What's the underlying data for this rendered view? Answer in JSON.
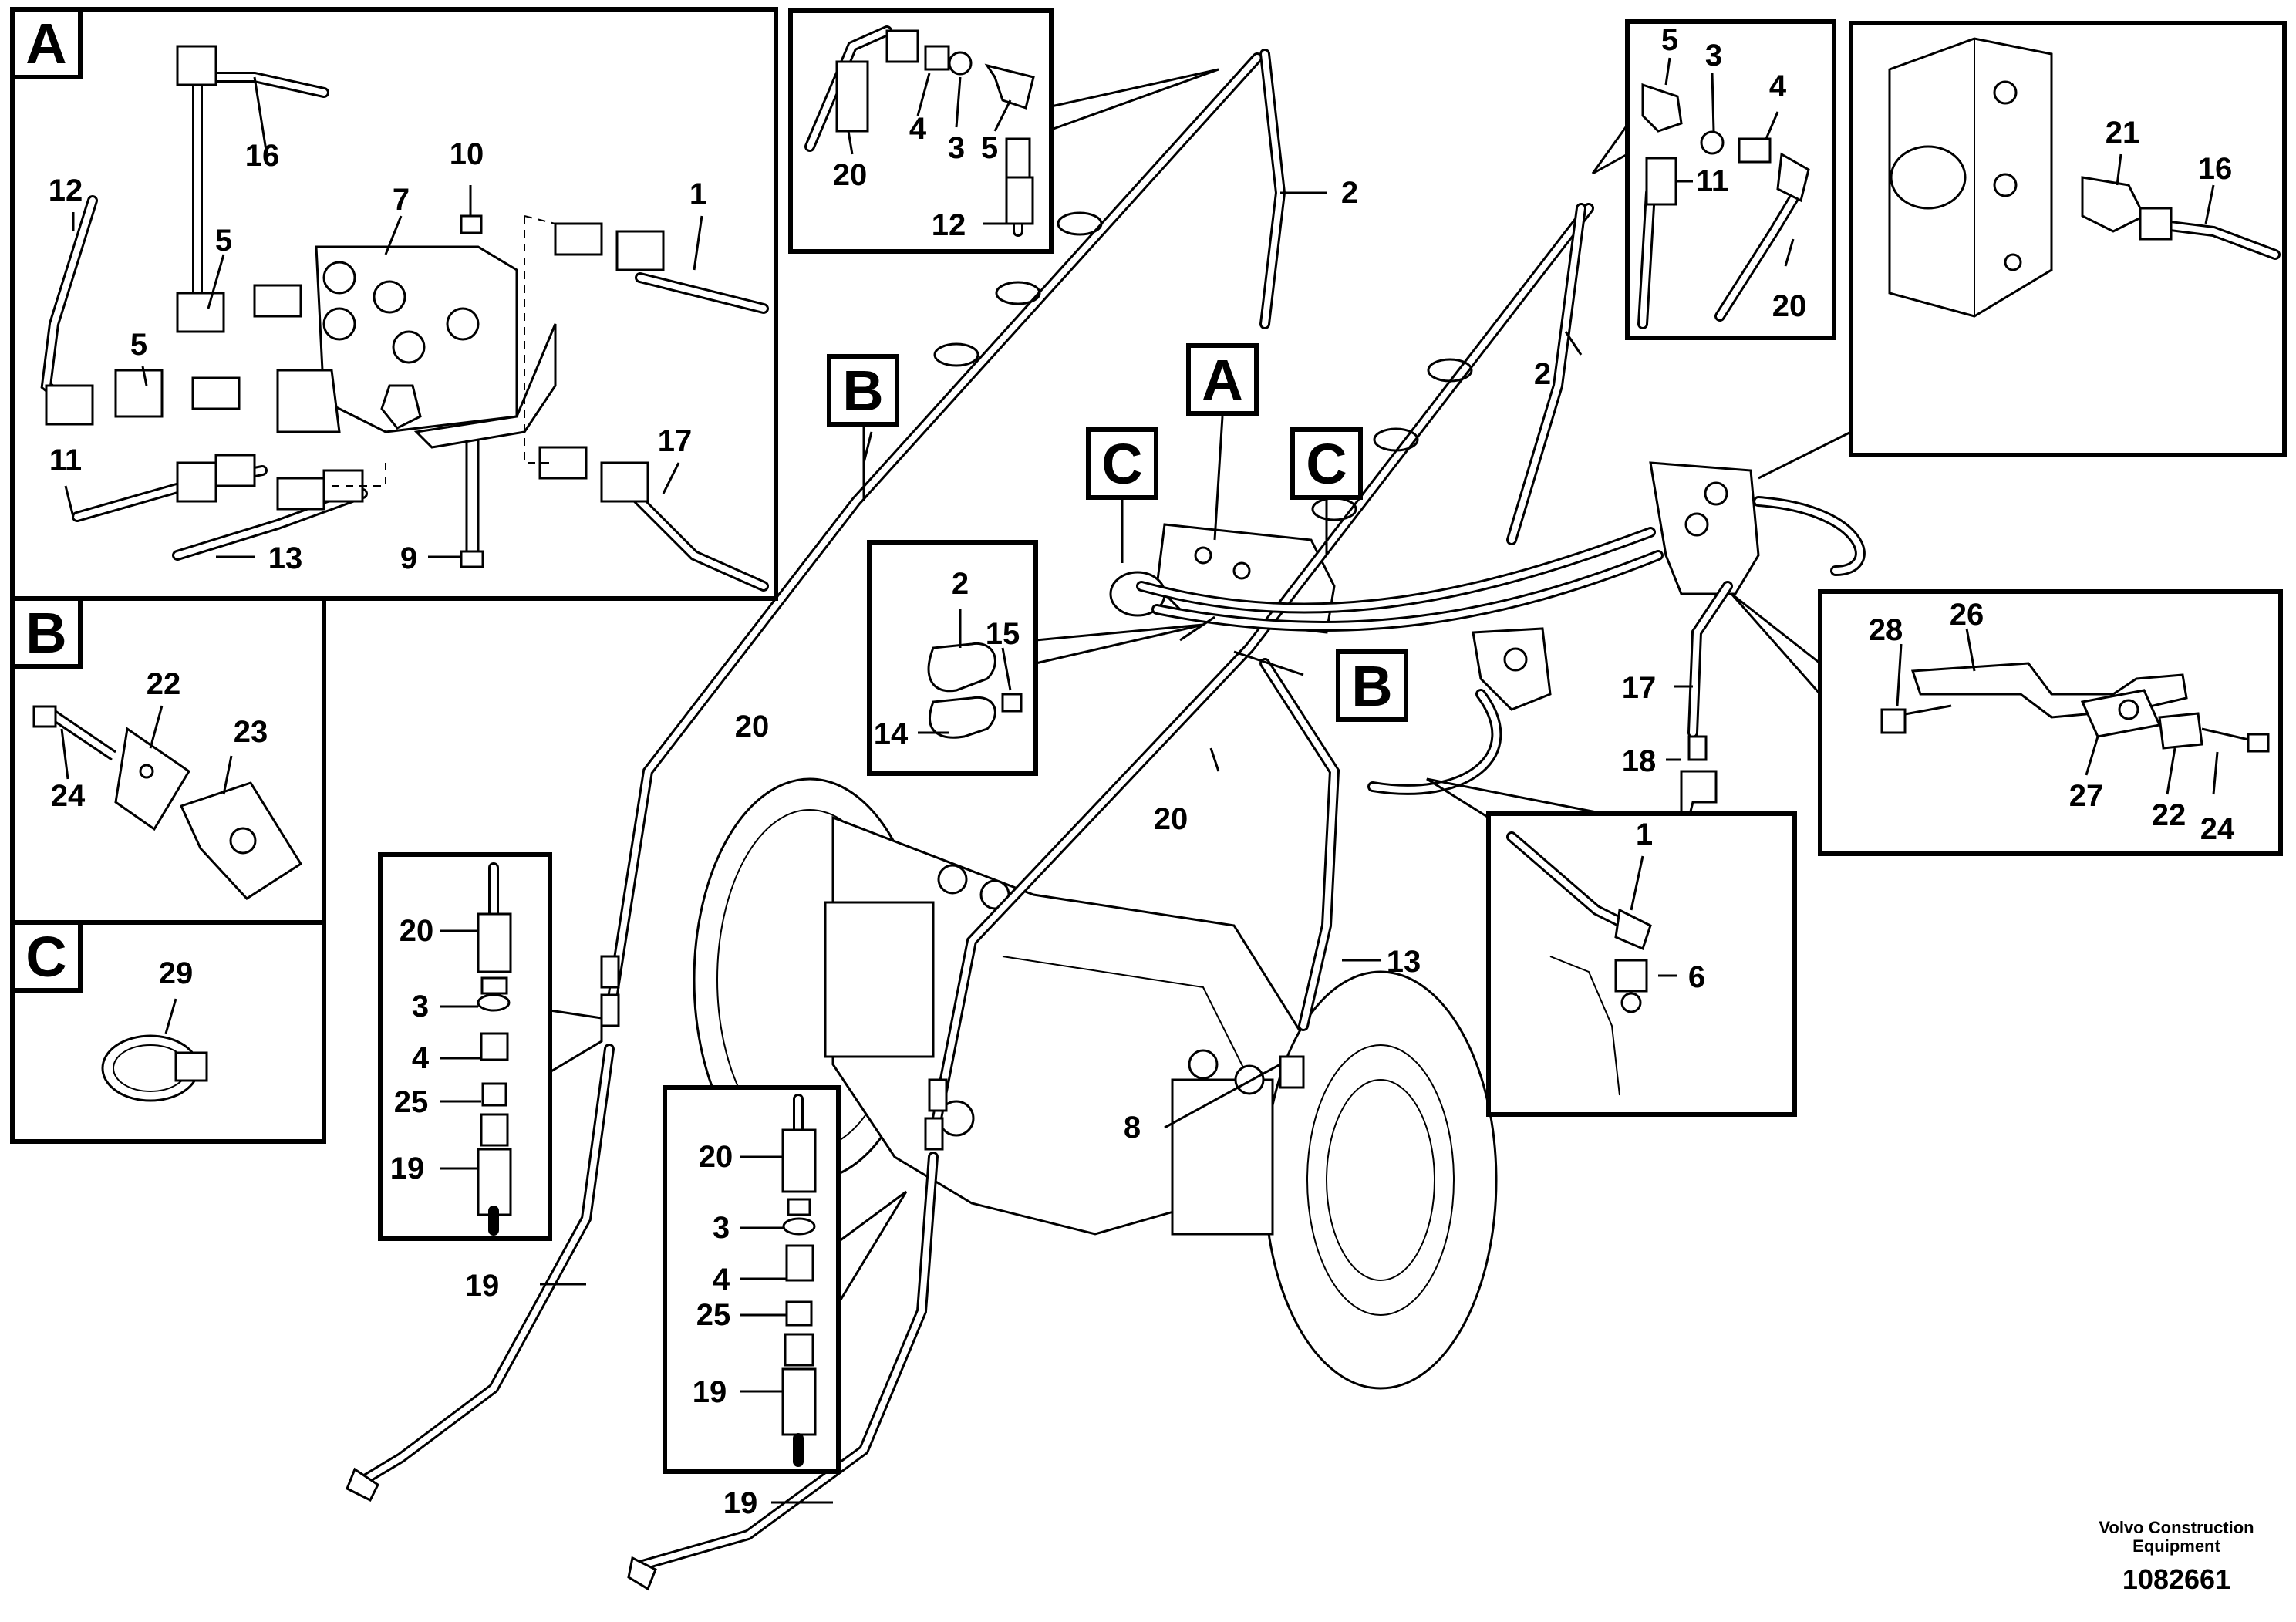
{
  "detail_tags": {
    "A": "A",
    "B": "B",
    "C": "C"
  },
  "callouts": {
    "p1": "1",
    "p2": "2",
    "p3": "3",
    "p4": "4",
    "p5": "5",
    "p6": "6",
    "p7": "7",
    "p8": "8",
    "p9": "9",
    "p10": "10",
    "p11": "11",
    "p12": "12",
    "p13": "13",
    "p14": "14",
    "p15": "15",
    "p16": "16",
    "p17": "17",
    "p18": "18",
    "p19": "19",
    "p20": "20",
    "p21": "21",
    "p22": "22",
    "p23": "23",
    "p24": "24",
    "p25": "25",
    "p26": "26",
    "p27": "27",
    "p28": "28",
    "p29": "29"
  },
  "footer": {
    "company_line1": "Volvo Construction",
    "company_line2": "Equipment",
    "part_number": "1082661"
  }
}
